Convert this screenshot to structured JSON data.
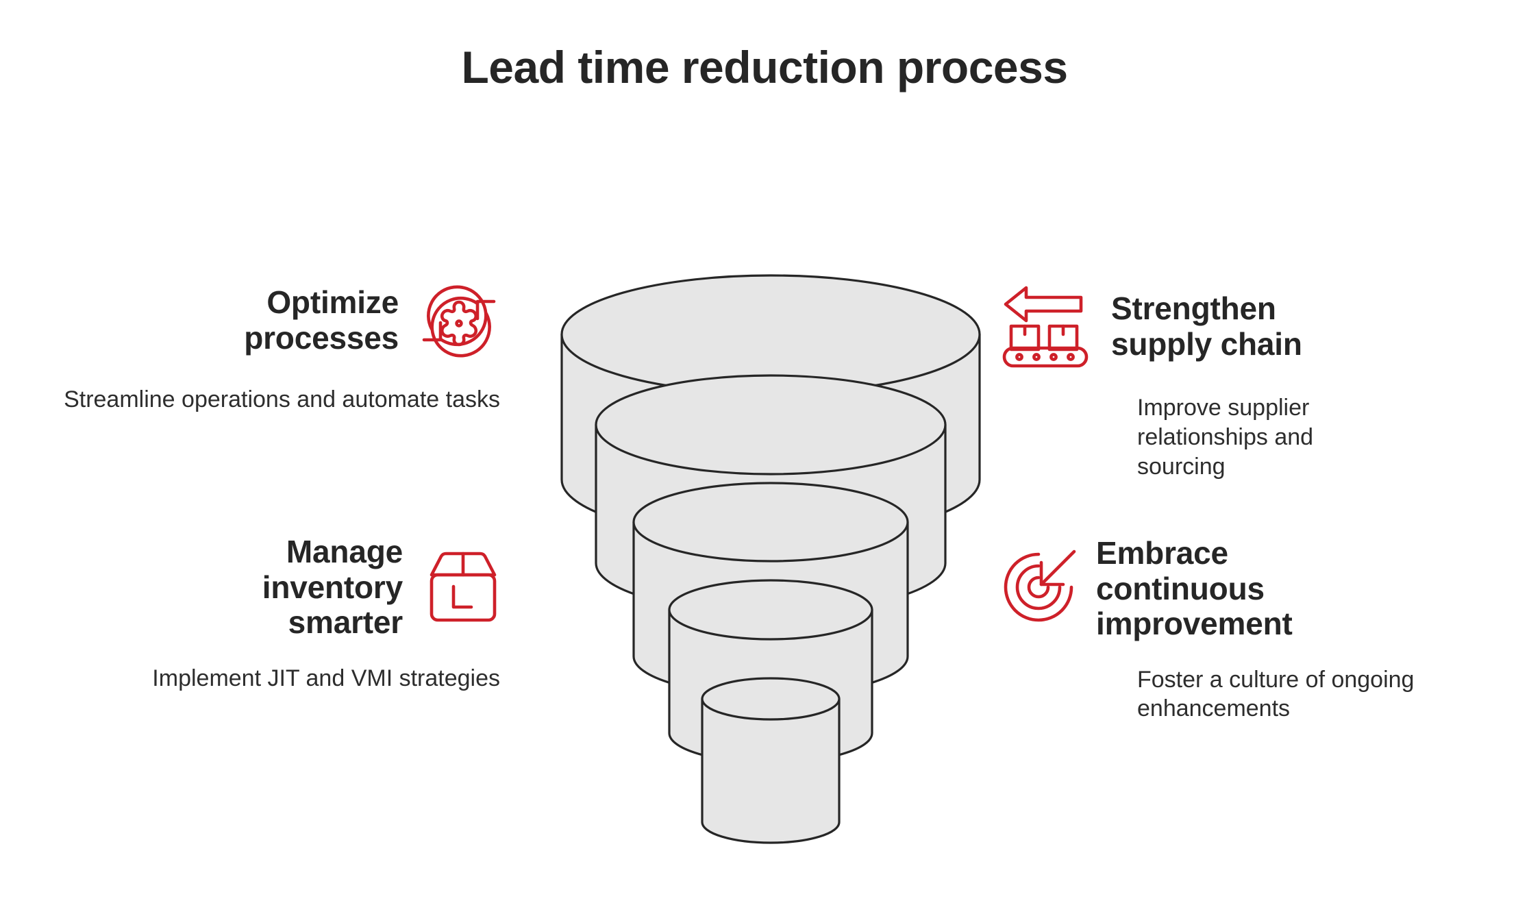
{
  "title": "Lead time reduction process",
  "colors": {
    "accent": "#CE2029",
    "text": "#262626",
    "funnel_fill": "#E6E6E6",
    "funnel_stroke": "#262626",
    "background": "#FFFFFF"
  },
  "left_column": [
    {
      "heading": "Optimize\nprocesses",
      "heading_line1": "Optimize",
      "heading_line2": "processes",
      "description": "Streamline operations and automate tasks",
      "icon": "gear-refresh-icon"
    },
    {
      "heading": "Manage inventory smarter",
      "heading_line1": "Manage",
      "heading_line2": "inventory",
      "heading_line3": "smarter",
      "description": "Implement JIT and VMI strategies",
      "icon": "box-icon"
    }
  ],
  "right_column": [
    {
      "heading": "Strengthen supply chain",
      "heading_line1": "Strengthen",
      "heading_line2": "supply chain",
      "description": "Improve supplier relationships and sourcing",
      "icon": "conveyor-belt-icon"
    },
    {
      "heading": "Embrace continuous improvement",
      "heading_line1": "Embrace",
      "heading_line2": "continuous",
      "heading_line3": "improvement",
      "description": "Foster a culture of ongoing enhancements",
      "icon": "target-arrow-icon"
    }
  ],
  "funnel": {
    "type": "stacked-cylinder-funnel",
    "levels": 4,
    "level_labels": [
      "Optimize processes",
      "Strengthen supply chain",
      "Manage inventory smarter",
      "Embrace continuous improvement"
    ]
  }
}
